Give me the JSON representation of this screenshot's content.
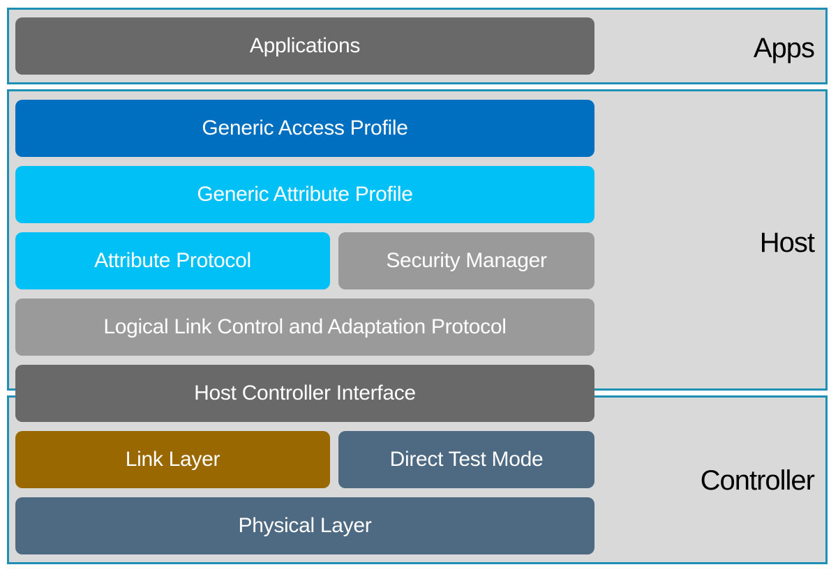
{
  "sections": {
    "apps": {
      "label": "Apps"
    },
    "host": {
      "label": "Host"
    },
    "controller": {
      "label": "Controller"
    }
  },
  "blocks": {
    "applications": {
      "label": "Applications",
      "color": "#696969"
    },
    "gap": {
      "label": "Generic Access Profile",
      "color": "#006fc0"
    },
    "gatt": {
      "label": "Generic Attribute Profile",
      "color": "#00c0f5"
    },
    "att": {
      "label": "Attribute Protocol",
      "color": "#00c0f5"
    },
    "sm": {
      "label": "Security Manager",
      "color": "#9a9a9a"
    },
    "l2cap": {
      "label": "Logical Link Control and Adaptation Protocol",
      "color": "#9a9a9a"
    },
    "hci": {
      "label": "Host Controller Interface",
      "color": "#696969"
    },
    "ll": {
      "label": "Link Layer",
      "color": "#9a6800"
    },
    "dtm": {
      "label": "Direct Test Mode",
      "color": "#4d6a82"
    },
    "phy": {
      "label": "Physical Layer",
      "color": "#4d6a82"
    }
  }
}
